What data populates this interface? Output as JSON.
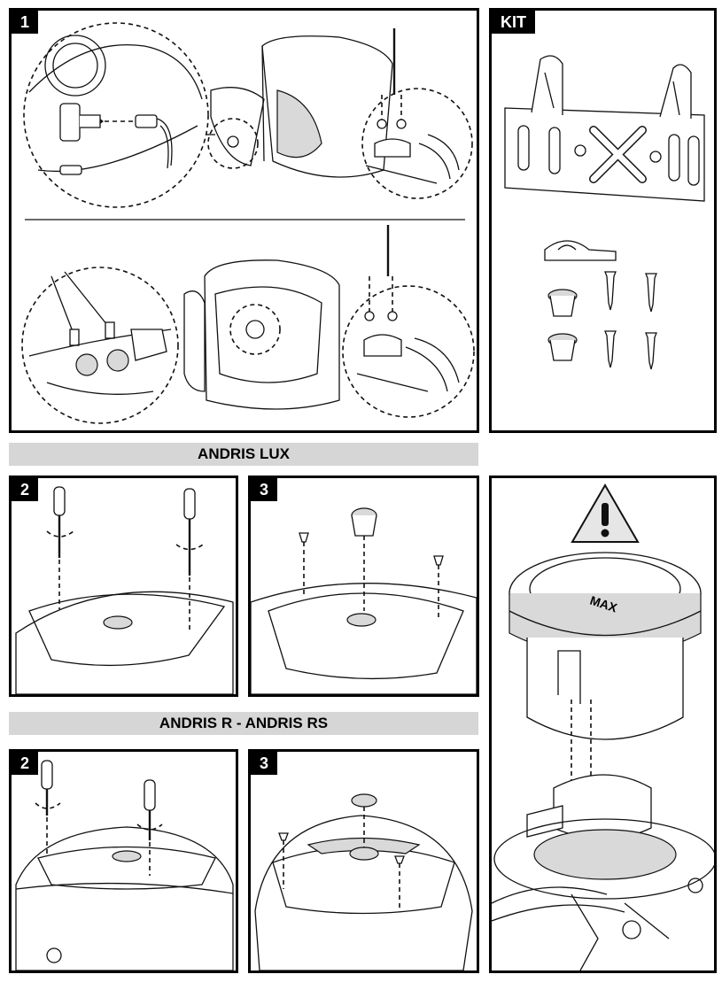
{
  "panels": {
    "p1": {
      "number": "1"
    },
    "kit": {
      "label": "KIT"
    },
    "lux2": {
      "number": "2"
    },
    "lux3": {
      "number": "3"
    },
    "r2": {
      "number": "2"
    },
    "r3": {
      "number": "3"
    },
    "warning": {
      "knob_text": "MAX"
    }
  },
  "banners": {
    "lux": "ANDRIS LUX",
    "r_rs": "ANDRIS R - ANDRIS RS"
  },
  "colors": {
    "banner_bg": "#d6d6d6",
    "tag_bg": "#000000",
    "line": "#111111"
  }
}
